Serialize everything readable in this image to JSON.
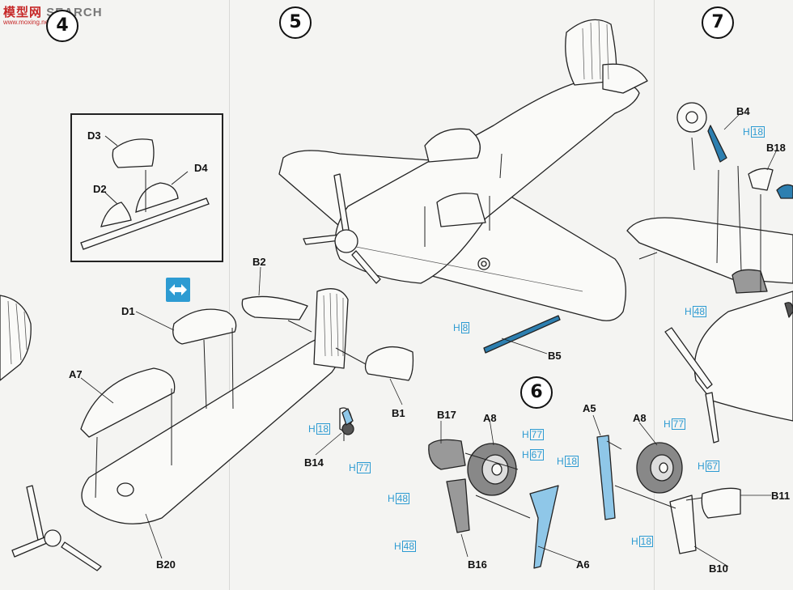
{
  "watermark": {
    "text": "模型网",
    "suffix": "SEARCH",
    "url": "www.moxing.net"
  },
  "steps": {
    "s4": "4",
    "s5": "5",
    "s6": "6",
    "s7": "7"
  },
  "parts": {
    "D3": "D3",
    "D4": "D4",
    "D2": "D2",
    "D1": "D1",
    "A7": "A7",
    "B20": "B20",
    "B2": "B2",
    "B1": "B1",
    "B14": "B14",
    "B5": "B5",
    "B17": "B17",
    "A8a": "A8",
    "B16": "B16",
    "A6": "A6",
    "A5": "A5",
    "A8b": "A8",
    "B10": "B10",
    "B11": "B11",
    "B4": "B4",
    "B18": "B18"
  },
  "paints": {
    "h18a": {
      "prefix": "H",
      "code": "18"
    },
    "h77a": {
      "prefix": "H",
      "code": "77"
    },
    "h8": {
      "prefix": "H",
      "code": "8"
    },
    "h77b": {
      "prefix": "H",
      "code": "77"
    },
    "h67a": {
      "prefix": "H",
      "code": "67"
    },
    "h18b": {
      "prefix": "H",
      "code": "18"
    },
    "h48a": {
      "prefix": "H",
      "code": "48"
    },
    "h48b": {
      "prefix": "H",
      "code": "48"
    },
    "h77c": {
      "prefix": "H",
      "code": "77"
    },
    "h67b": {
      "prefix": "H",
      "code": "67"
    },
    "h18c": {
      "prefix": "H",
      "code": "18"
    },
    "h18d": {
      "prefix": "H",
      "code": "18"
    },
    "h48c": {
      "prefix": "H",
      "code": "48"
    }
  },
  "colors": {
    "paint_blue": "#2d9bd2",
    "line": "#222222",
    "paper": "#f4f4f2"
  },
  "icons": {
    "swap": "swap-arrows-icon"
  }
}
